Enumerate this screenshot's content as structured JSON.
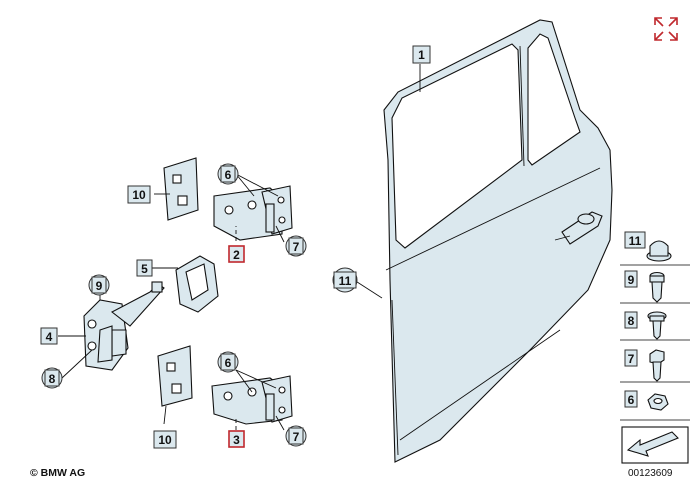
{
  "callouts": {
    "c1": "1",
    "c2": "2",
    "c3": "3",
    "c4": "4",
    "c5": "5",
    "c6a": "6",
    "c6b": "6",
    "c7a": "7",
    "c7b": "7",
    "c8": "8",
    "c9": "9",
    "c10a": "10",
    "c10b": "10",
    "c11": "11"
  },
  "legend": {
    "items": [
      {
        "label": "11",
        "icon": "cap-nut-icon"
      },
      {
        "label": "9",
        "icon": "screw-icon"
      },
      {
        "label": "8",
        "icon": "washer-screw-icon"
      },
      {
        "label": "7",
        "icon": "hex-bolt-icon"
      },
      {
        "label": "6",
        "icon": "hex-nut-icon"
      }
    ],
    "arrow_icon": "direction-arrow-icon"
  },
  "footer": {
    "copyright": "© BMW AG",
    "image_number": "00123609"
  },
  "colors": {
    "highlight": "#c0282d",
    "callout_fill": "#dbe8ee",
    "part_fill": "#dbe8ee",
    "expand_icon": "#c0282d"
  }
}
